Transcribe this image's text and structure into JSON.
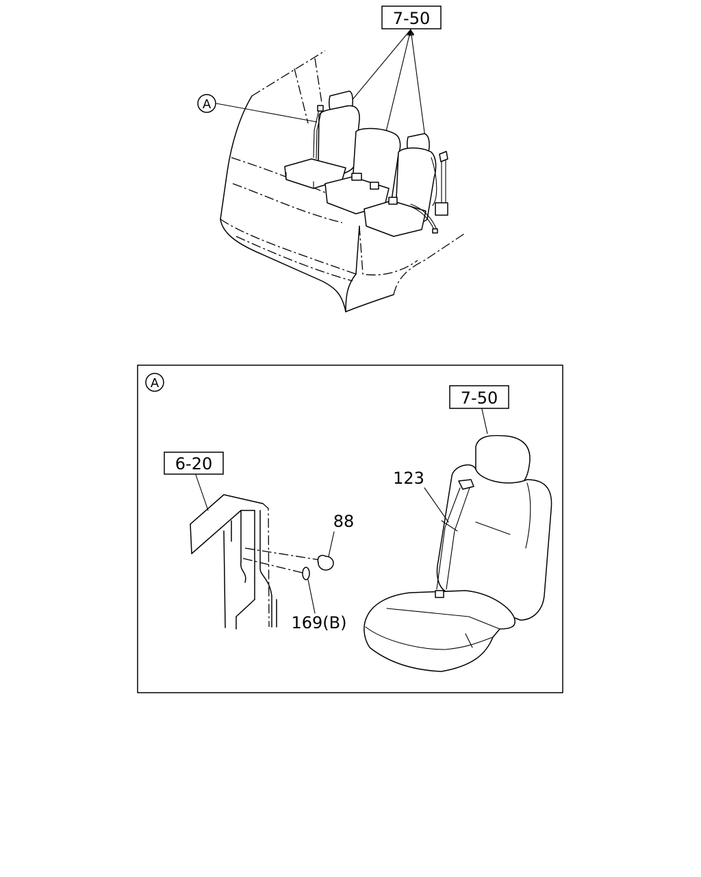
{
  "top_view": {
    "ref_label": "7-50",
    "callout_a": "A"
  },
  "detail_a": {
    "callout_a": "A",
    "seat_ref": "7-50",
    "pillar_ref": "6-20",
    "part_belt": "123",
    "part_cap": "88",
    "part_clip": "169(B)"
  }
}
